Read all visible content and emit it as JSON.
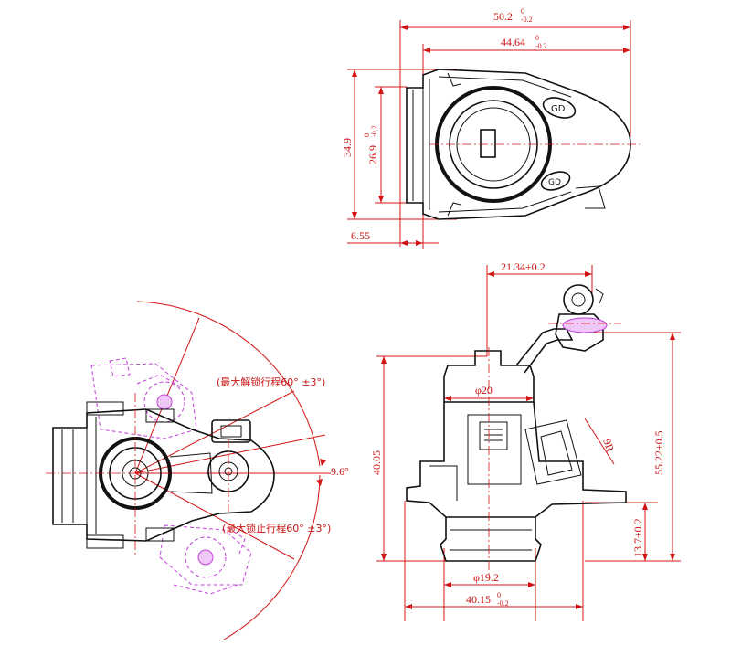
{
  "header_banner": "",
  "colors": {
    "outline": "#111111",
    "dimension": "#d41414",
    "ghost": "#c040d8",
    "background": "#ffffff"
  },
  "top_view": {
    "overall_width": {
      "main": "50.2",
      "upper": "0",
      "lower": "-0.2"
    },
    "body_width": {
      "main": "44.64",
      "upper": "0",
      "lower": "-0.2"
    },
    "height": "34.9",
    "inner_height": {
      "main": "26.9",
      "upper": "0",
      "lower": "-0.2"
    },
    "flange_offset": "6.55"
  },
  "left_view": {
    "unlock_note": "(最大解锁行程60° ±3°)",
    "lock_note": "(最大锁止行程60° ±3°)",
    "offset_angle": "9.6°"
  },
  "side_view": {
    "arm_offset": "21.34±0.2",
    "cylinder_diameter": "φ20",
    "total_height": "40.05",
    "arm_height": "55.22±0.5",
    "spring_dim": "9R",
    "base_height": "13.7±0.2",
    "base_diameter": "φ19.2",
    "base_width": {
      "main": "40.15",
      "upper": "0",
      "lower": "-0.2"
    }
  }
}
